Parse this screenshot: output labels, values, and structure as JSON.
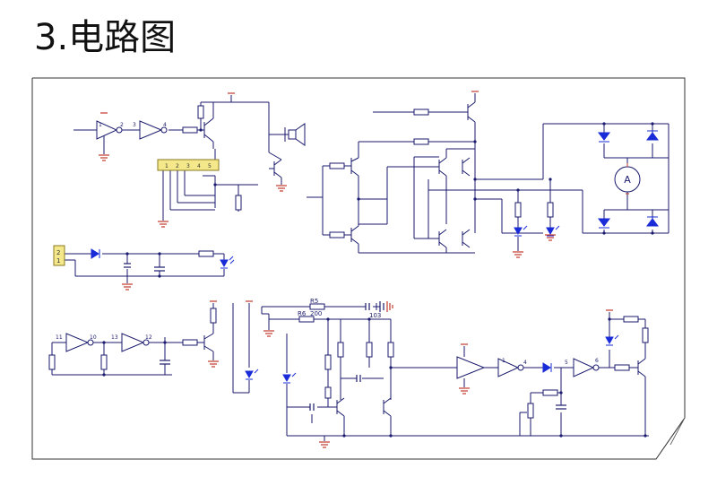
{
  "page": {
    "number": "3.",
    "heading": "电路图"
  },
  "schematic": {
    "labels": {
      "r5": "R5",
      "r6": "R6",
      "r6_value": "200",
      "net_103": "103",
      "motor": "A"
    },
    "gate_pins": {
      "g1_in": "1",
      "g1_out": "2",
      "g2_in": "3",
      "g2_out": "4",
      "g3_in": "11",
      "g3_out": "10",
      "g4_in": "13",
      "g4_out": "12",
      "g5_in": "1",
      "g5_out": "4",
      "g6_in": "5",
      "g6_out": "6"
    },
    "connector_pins": [
      "2",
      "1"
    ],
    "header_pins": [
      "1",
      "2",
      "3",
      "4",
      "5"
    ],
    "colors": {
      "wire": "#1a1a6e",
      "led": "#1a2bd8",
      "ground": "#c0392b",
      "connector": "#f4e88a"
    }
  }
}
